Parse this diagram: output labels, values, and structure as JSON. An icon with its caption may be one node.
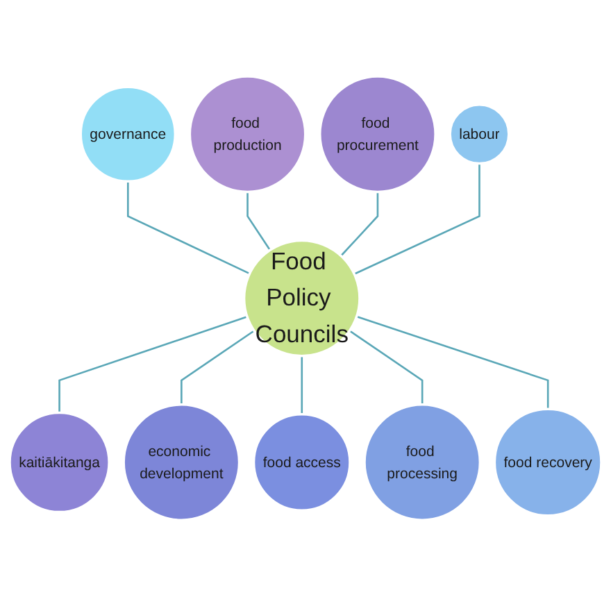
{
  "diagram": {
    "nodes": [
      {
        "text": [
          "Food Policy Councils"
        ]
      },
      {
        "text": [
          "food production"
        ]
      },
      {
        "text": [
          "food procurement"
        ]
      },
      {
        "text": [
          "kaitiākitanga"
        ]
      },
      {
        "text": [
          "economic development"
        ]
      },
      {
        "text": [
          "food access"
        ]
      },
      {
        "text": [
          "food processing"
        ]
      },
      {
        "text": [
          "food recovery"
        ]
      },
      {
        "text": [
          "labour"
        ]
      },
      {
        "text": [
          "governance"
        ]
      }
    ],
    "edges": [
      {
        "from": 9,
        "to": 0,
        "arrow": "none"
      },
      {
        "from": 1,
        "to": 0,
        "arrow": "none"
      },
      {
        "from": 2,
        "to": 0,
        "arrow": "none"
      },
      {
        "from": 8,
        "to": 0,
        "arrow": "none"
      },
      {
        "from": 0,
        "to": 3,
        "arrow": "none"
      },
      {
        "from": 0,
        "to": 4,
        "arrow": "none"
      },
      {
        "from": 0,
        "to": 5,
        "arrow": "none"
      },
      {
        "from": 0,
        "to": 6,
        "arrow": "none"
      },
      {
        "from": 0,
        "to": 7,
        "arrow": "none"
      }
    ]
  }
}
